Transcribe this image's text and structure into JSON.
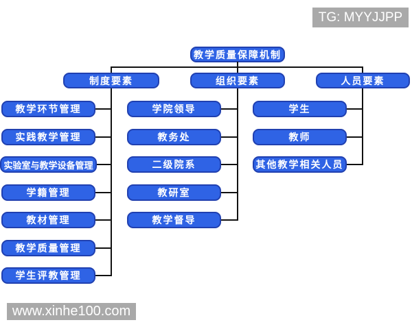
{
  "page": {
    "tg_badge": "TG: MYYJJPP",
    "watermark": "www.xinhe100.com"
  },
  "diagram": {
    "title": "教学质量保障机制",
    "root": "教学质量保障机制",
    "branches": [
      {
        "label": "制度要素",
        "children": [
          "教学环节管理",
          "实践教学管理",
          "实验室与教学设备管理",
          "学籍管理",
          "教材管理",
          "教学质量管理",
          "学生评教管理"
        ]
      },
      {
        "label": "组织要素",
        "children": [
          "学院领导",
          "教务处",
          "二级院系",
          "教研室",
          "教学督导"
        ]
      },
      {
        "label": "人员要素",
        "children": [
          "学生",
          "教师",
          "其他教学相关人员"
        ]
      }
    ],
    "colors": {
      "node_fill": "#2f63e5",
      "node_border": "#2040b0",
      "node_text": "#ffffff",
      "connector": "#111111",
      "badge_bg": "#a9a9a9",
      "badge_text": "#ffffff"
    }
  }
}
